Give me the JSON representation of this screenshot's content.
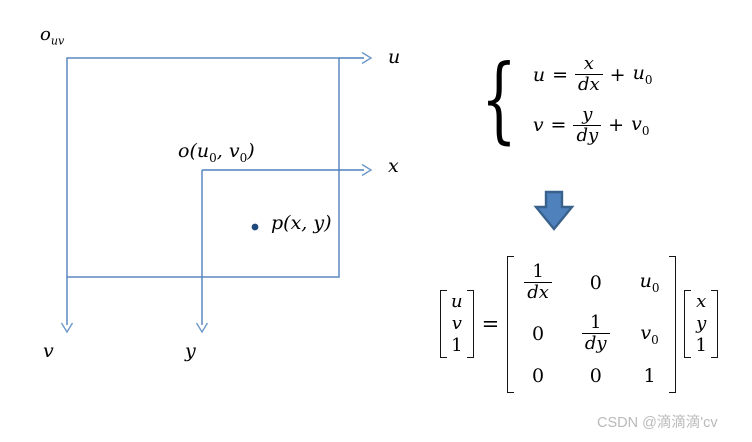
{
  "colors": {
    "diagram_line": "#4f81bd",
    "arrowhead": "#6d98c9",
    "point_dot": "#1f497d",
    "big_arrow_fill": "#4f81bd",
    "big_arrow_border": "#38618c",
    "math_text": "#000000",
    "watermark_text": "#b9b9b9"
  },
  "diagram": {
    "origin_uv": {
      "base": "o",
      "sub": "uv"
    },
    "axis_u": "u",
    "axis_v": "v",
    "axis_x": "x",
    "axis_y": "y",
    "origin_xy": {
      "p1": "o(u",
      "s1": "0",
      "p2": ", v",
      "s2": "0",
      "p3": ")"
    },
    "point_label": "p(x, y)"
  },
  "equations": {
    "brace": "{",
    "line1": {
      "lhs": "u",
      "eq": "=",
      "num": "x",
      "den": "dx",
      "plus": "+",
      "term": "u",
      "term_sub": "0"
    },
    "line2": {
      "lhs": "v",
      "eq": "=",
      "num": "y",
      "den": "dy",
      "plus": "+",
      "term": "v",
      "term_sub": "0"
    }
  },
  "matrix_eq": {
    "left_vector": [
      "u",
      "v",
      "1"
    ],
    "equals": "=",
    "matrix": {
      "r1c1": {
        "num": "1",
        "den": "dx"
      },
      "r1c2": "0",
      "r1c3": {
        "base": "u",
        "sub": "0"
      },
      "r2c1": "0",
      "r2c2": {
        "num": "1",
        "den": "dy"
      },
      "r2c3": {
        "base": "v",
        "sub": "0"
      },
      "r3c1": "0",
      "r3c2": "0",
      "r3c3": "1"
    },
    "right_vector": [
      "x",
      "y",
      "1"
    ]
  },
  "watermark": "CSDN @滴滴滴'cv"
}
